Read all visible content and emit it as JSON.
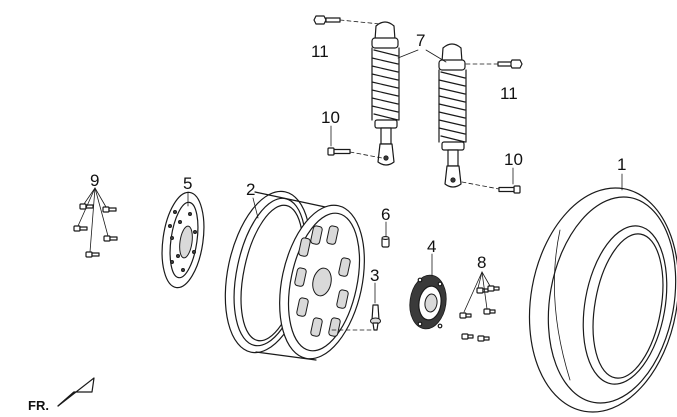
{
  "callouts": {
    "c1": "1",
    "c2": "2",
    "c3": "3",
    "c4": "4",
    "c5": "5",
    "c6": "6",
    "c7": "7",
    "c8": "8",
    "c9": "9",
    "c10a": "10",
    "c10b": "10",
    "c11a": "11",
    "c11b": "11"
  },
  "orientation_label": "FR."
}
